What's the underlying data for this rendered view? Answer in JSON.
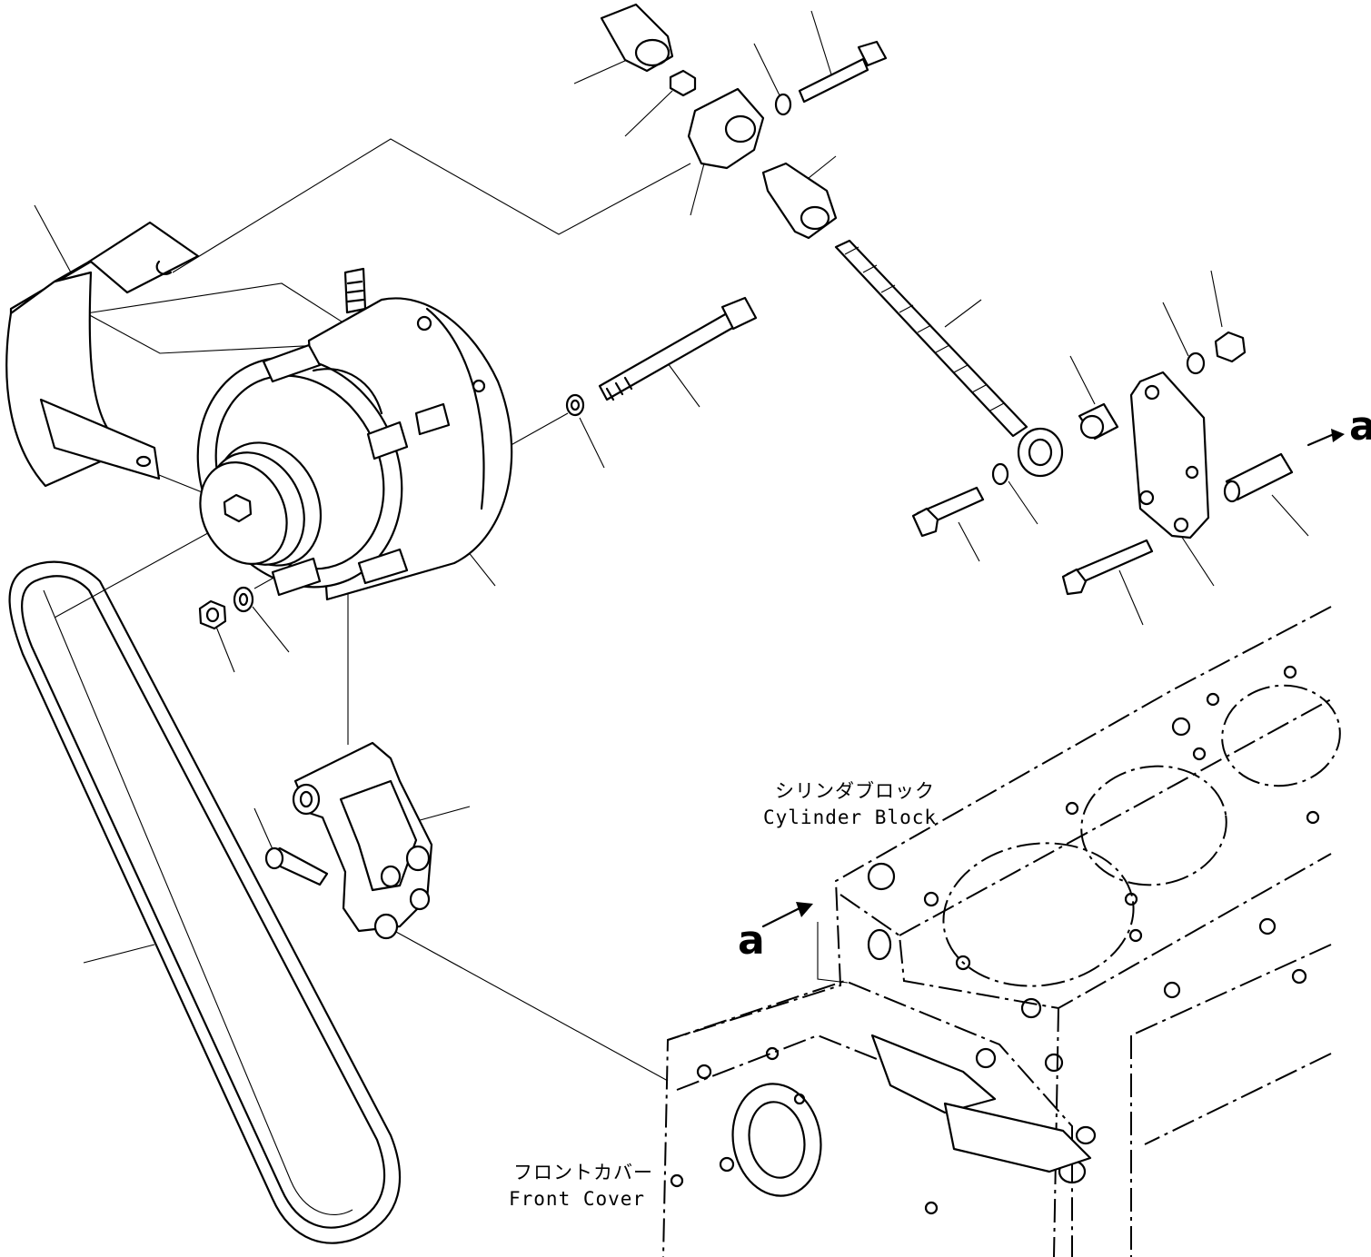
{
  "labels": {
    "cylinder_block_jp": "シリンダブロック",
    "cylinder_block_en": "Cylinder Block",
    "front_cover_jp": "フロントカバー",
    "front_cover_en": "Front Cover",
    "view_ref_right": "a",
    "view_ref_left": "a"
  },
  "parts": [
    "belt-cover",
    "alternator",
    "pulley",
    "v-belt",
    "mounting-bracket",
    "long-bolt",
    "washer",
    "nut",
    "bushing",
    "adjust-block",
    "cap-bolt",
    "adjust-rod",
    "stay-plate",
    "spacer-collar",
    "flange-bolt"
  ]
}
